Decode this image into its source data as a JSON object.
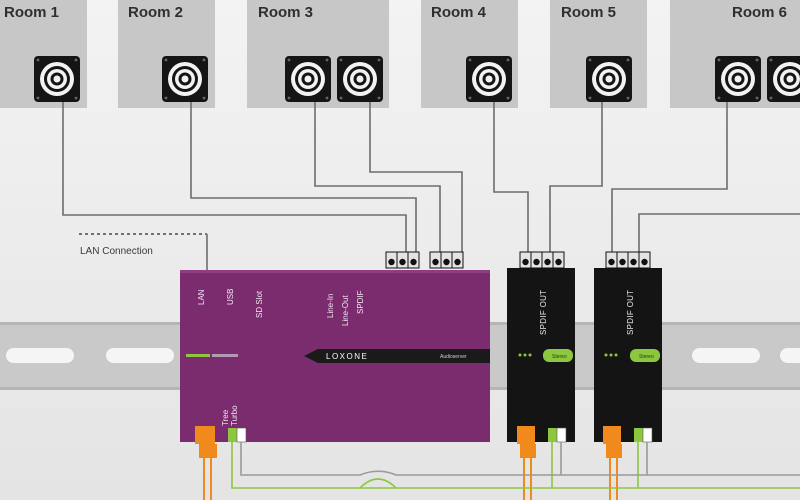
{
  "rooms": [
    {
      "label": "Room 1"
    },
    {
      "label": "Room 2"
    },
    {
      "label": "Room 3"
    },
    {
      "label": "Room 4"
    },
    {
      "label": "Room 5"
    },
    {
      "label": "Room 6"
    }
  ],
  "lan_label": "LAN Connection",
  "audioserver": {
    "ports": [
      "LAN",
      "USB",
      "SD Slot",
      "Line-In",
      "Line-Out",
      "SPDIF"
    ],
    "brand": "LOXONE",
    "model": "Audioserver",
    "bus_labels": [
      "Tree",
      "Turbo"
    ],
    "color": "#7b2c6f"
  },
  "extensions": [
    {
      "label": "SPDIF OUT",
      "badge": "Stereo"
    },
    {
      "label": "SPDIF OUT",
      "badge": "Stereo"
    }
  ],
  "colors": {
    "accent_green": "#8dc63f",
    "terminal_orange": "#f08a1c",
    "wire_gray": "#6d6d6d",
    "rail_gray": "#c8c8c8"
  }
}
